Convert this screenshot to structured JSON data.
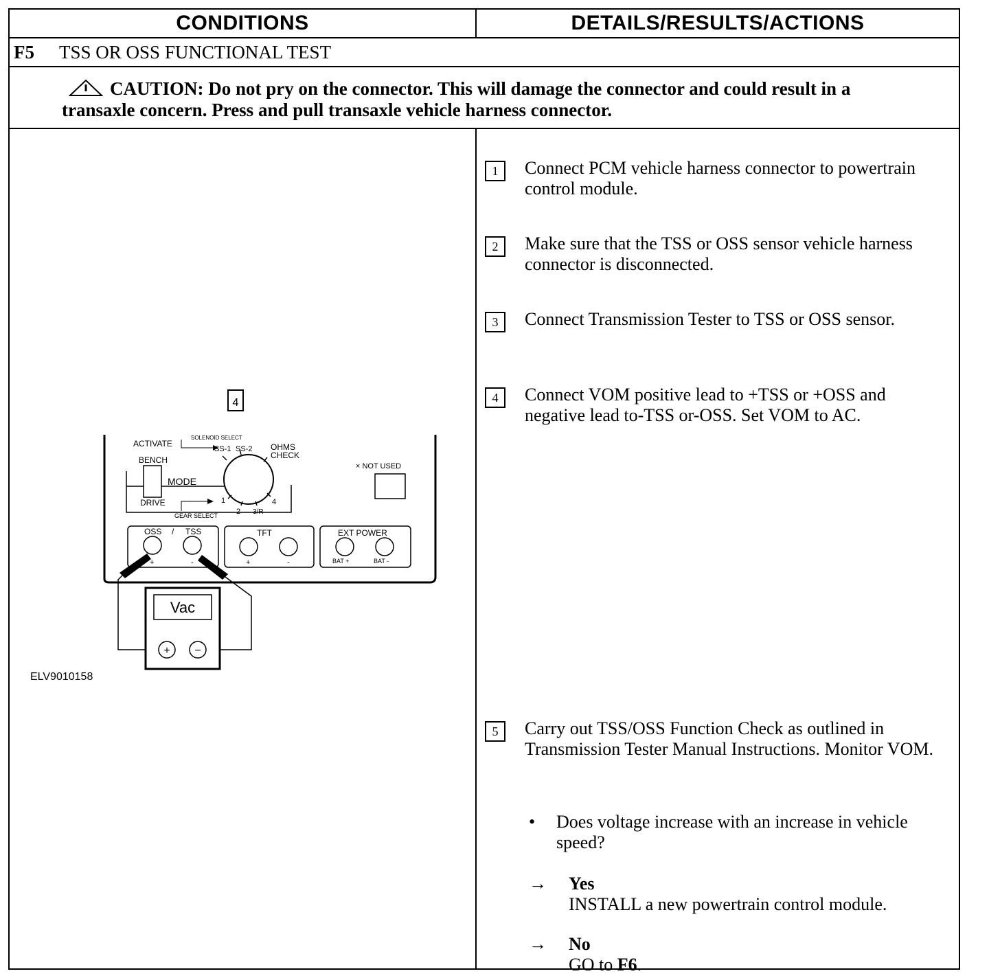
{
  "header": {
    "conditions": "CONDITIONS",
    "details": "DETAILS/RESULTS/ACTIONS"
  },
  "test": {
    "id": "F5",
    "title": "TSS OR OSS FUNCTIONAL TEST"
  },
  "caution": {
    "label": "CAUTION:",
    "line1": "Do not pry on the connector. This will damage the connector and could result in a",
    "line2": "transaxle concern. Press and pull transaxle vehicle harness connector."
  },
  "diagram": {
    "step_callout": "4",
    "activate": "ACTIVATE",
    "solenoid_select": "SOLENOID SELECT",
    "ss1": "SS-1",
    "ss2": "SS-2",
    "ohms": "OHMS",
    "check": "CHECK",
    "bench": "BENCH",
    "mode": "MODE",
    "drive": "DRIVE",
    "gear_select": "GEAR SELECT",
    "gear_1": "1",
    "gear_2": "2",
    "gear_3r": "3/R",
    "gear_4": "4",
    "not_used": "× NOT USED",
    "oss": "OSS",
    "slash": "/",
    "tss": "TSS",
    "plus": "+",
    "minus": "-",
    "tft": "TFT",
    "ext_power": "EXT POWER",
    "bat_plus": "BAT +",
    "bat_minus": "BAT -",
    "meter_display": "Vac",
    "meter_plus": "+",
    "meter_minus": "−",
    "figure_id": "ELV9010158"
  },
  "steps": [
    {
      "num": "1",
      "text": "Connect PCM vehicle harness connector to powertrain control module."
    },
    {
      "num": "2",
      "text": "Make sure that the TSS or OSS sensor vehicle harness connector is disconnected."
    },
    {
      "num": "3",
      "text": "Connect Transmission Tester to TSS or OSS sensor."
    },
    {
      "num": "4",
      "text": "Connect VOM positive lead to +TSS or +OSS and negative lead to-TSS or-OSS. Set VOM to AC."
    },
    {
      "num": "5",
      "text": "Carry out TSS/OSS Function Check as outlined in Transmission Tester Manual Instructions. Monitor VOM."
    }
  ],
  "question": {
    "bullet": "•",
    "text": "Does voltage increase with an increase in vehicle speed?"
  },
  "results": [
    {
      "arrow": "→",
      "answer": "Yes",
      "action": "INSTALL a new powertrain control module.",
      "action_prefix": "",
      "action_bold": ""
    },
    {
      "arrow": "→",
      "answer": "No",
      "action": "",
      "action_prefix": "GO to ",
      "action_bold": "F6",
      "action_suffix": "."
    }
  ]
}
